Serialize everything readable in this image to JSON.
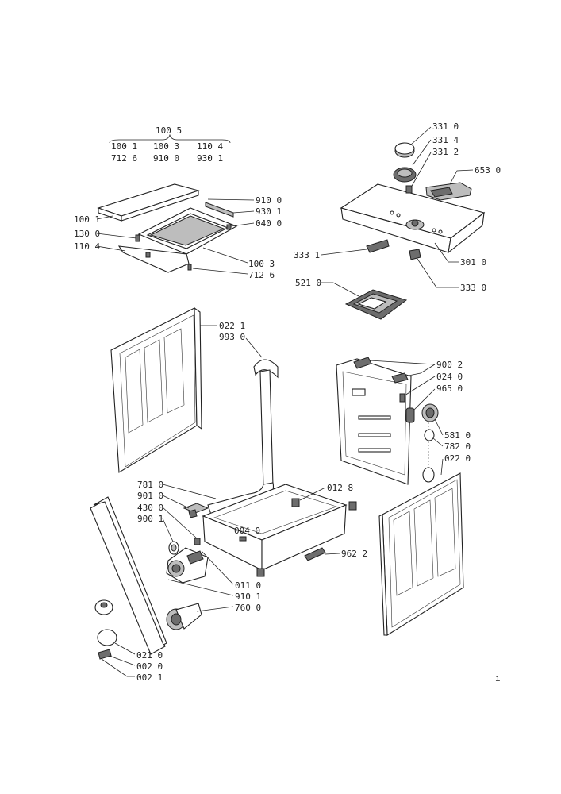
{
  "header": {
    "top_code": "100 5",
    "row1": [
      "100 1",
      "100 3",
      "110 4"
    ],
    "row2": [
      "712 6",
      "910 0",
      "930 1"
    ]
  },
  "labels": {
    "p9100_a": "910 0",
    "p9301_a": "930 1",
    "p0400": "040 0",
    "p1001": "100 1",
    "p1300": "130 0",
    "p1104": "110 4",
    "p1003": "100 3",
    "p7126": "712 6",
    "p3310": "331 0",
    "p3314": "331 4",
    "p3312": "331 2",
    "p6530": "653 0",
    "p3331": "333 1",
    "p3010": "301 0",
    "p3330": "333 0",
    "p5210": "521 0",
    "p0221": "022 1",
    "p9930": "993 0",
    "p9002": "900 2",
    "p0240": "024 0",
    "p9650": "965 0",
    "p5810": "581 0",
    "p7820": "782 0",
    "p0220": "022 0",
    "p7810": "781 0",
    "p9010": "901 0",
    "p4300": "430 0",
    "p9001": "900 1",
    "p0128": "012 8",
    "p0040": "004 0",
    "p9622": "962 2",
    "p0110": "011 0",
    "p9101": "910 1",
    "p7600": "760 0",
    "p0210": "021 0",
    "p0020": "002 0",
    "p0021": "002 1"
  },
  "corner_mark": "ı"
}
